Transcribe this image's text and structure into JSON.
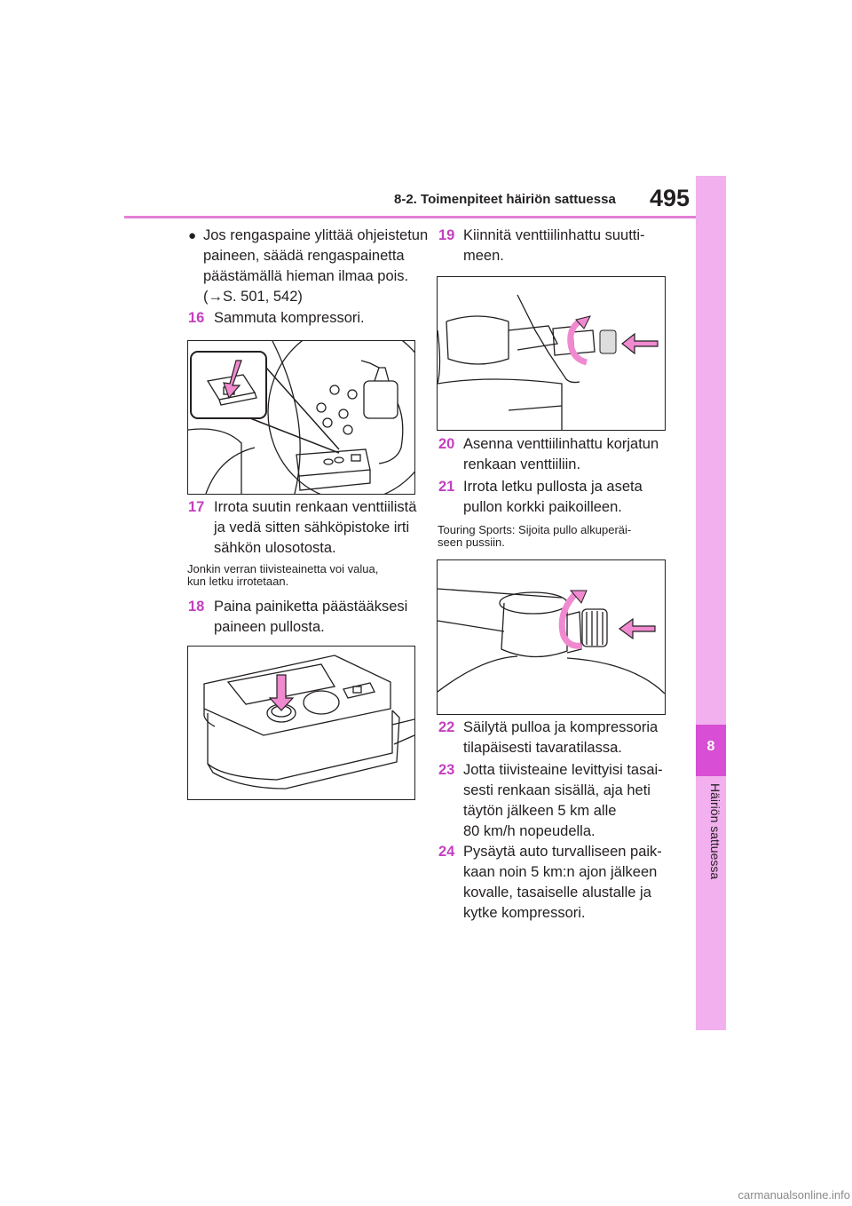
{
  "header": {
    "section": "8-2. Toimenpiteet häiriön sattuessa",
    "page_number": "495"
  },
  "side_tab": {
    "chapter_number": "8",
    "chapter_label": "Häiriön sattuessa"
  },
  "left_column": {
    "bullet_lines": [
      "Jos rengaspaine ylittää ohjeistetun",
      "paineen, säädä rengaspainetta",
      "päästämällä hieman ilmaa pois.",
      "(→S. 501, 542)"
    ],
    "step16": {
      "num": "16",
      "lines": [
        "Sammuta kompressori."
      ]
    },
    "step17": {
      "num": "17",
      "lines": [
        "Irrota suutin renkaan venttiilistä",
        "ja vedä sitten sähköpistoke irti",
        "sähkön ulosotosta."
      ]
    },
    "note17": [
      "Jonkin verran tiivisteainetta voi valua,",
      "kun letku irrotetaan."
    ],
    "step18": {
      "num": "18",
      "lines": [
        "Paina painiketta päästääksesi",
        "paineen pullosta."
      ]
    }
  },
  "right_column": {
    "step19": {
      "num": "19",
      "lines": [
        "Kiinnitä venttiilinhattu suutti-",
        "meen."
      ]
    },
    "step20": {
      "num": "20",
      "lines": [
        "Asenna venttiilinhattu korjatun",
        "renkaan venttiiliin."
      ]
    },
    "step21": {
      "num": "21",
      "lines": [
        "Irrota letku pullosta ja aseta",
        "pullon korkki paikoilleen."
      ]
    },
    "note21": [
      "Touring Sports: Sijoita pullo alkuperäi-",
      "seen pussiin."
    ],
    "step22": {
      "num": "22",
      "lines": [
        "Säilytä pulloa ja kompressoria",
        "tilapäisesti tavaratilassa."
      ]
    },
    "step23": {
      "num": "23",
      "lines": [
        "Jotta tiivisteaine levittyisi tasai-",
        "sesti renkaan sisällä, aja heti",
        "täytön jälkeen 5 km alle",
        "80 km/h nopeudella."
      ]
    },
    "step24": {
      "num": "24",
      "lines": [
        "Pysäytä auto turvalliseen paik-",
        "kaan noin 5 km:n ajon jälkeen",
        "kovalle, tasaiselle alustalle ja",
        "kytke kompressori."
      ]
    }
  },
  "footer": {
    "watermark": "carmanualsonline.info"
  },
  "colors": {
    "accent": "#c43fc0",
    "tab_light": "#f2b0ef",
    "tab_dark": "#d84ed4",
    "arrow_pink": "#f08ad0"
  }
}
